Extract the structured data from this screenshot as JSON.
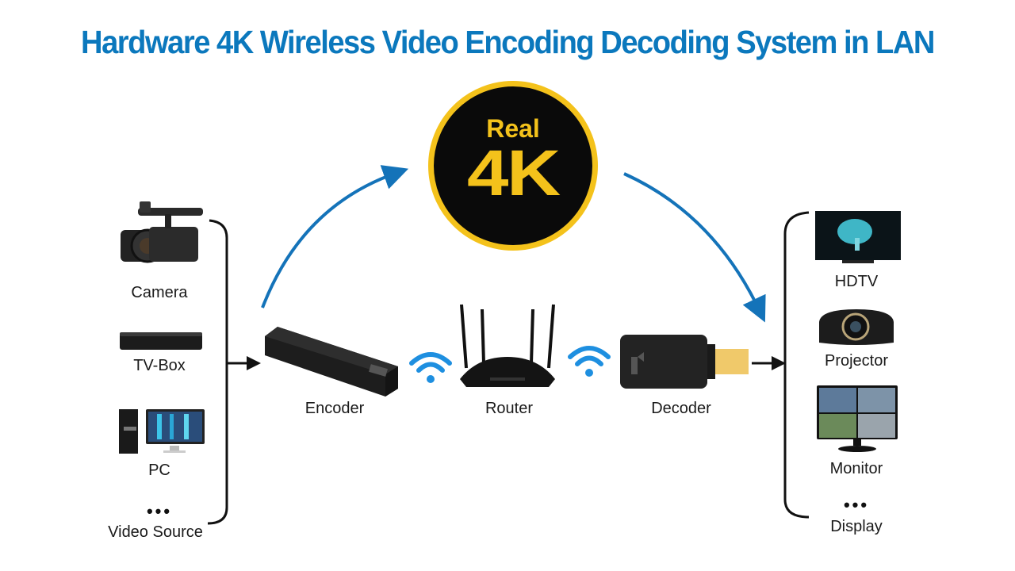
{
  "title": "Hardware 4K Wireless Video Encoding Decoding System in LAN",
  "badge": {
    "line1": "Real",
    "line2": "4K",
    "bg_color": "#0a0a0a",
    "accent_color": "#f4c21b"
  },
  "sources": {
    "items": [
      {
        "label": "Camera",
        "icon": "camcorder-icon"
      },
      {
        "label": "TV-Box",
        "icon": "set-top-box-icon"
      },
      {
        "label": "PC",
        "icon": "desktop-pc-icon"
      }
    ],
    "more": "•••",
    "group_label": "Video Source"
  },
  "chain": {
    "encoder": "Encoder",
    "router": "Router",
    "decoder": "Decoder",
    "wifi_icon": "wifi-icon"
  },
  "displays": {
    "items": [
      {
        "label": "HDTV",
        "icon": "tv-icon"
      },
      {
        "label": "Projector",
        "icon": "projector-icon"
      },
      {
        "label": "Monitor",
        "icon": "monitor-icon"
      }
    ],
    "more": "•••",
    "group_label": "Display"
  },
  "colors": {
    "title": "#0b78bd",
    "arrow": "#1473b9",
    "wifi": "#1e8fe0",
    "line": "#111111"
  }
}
